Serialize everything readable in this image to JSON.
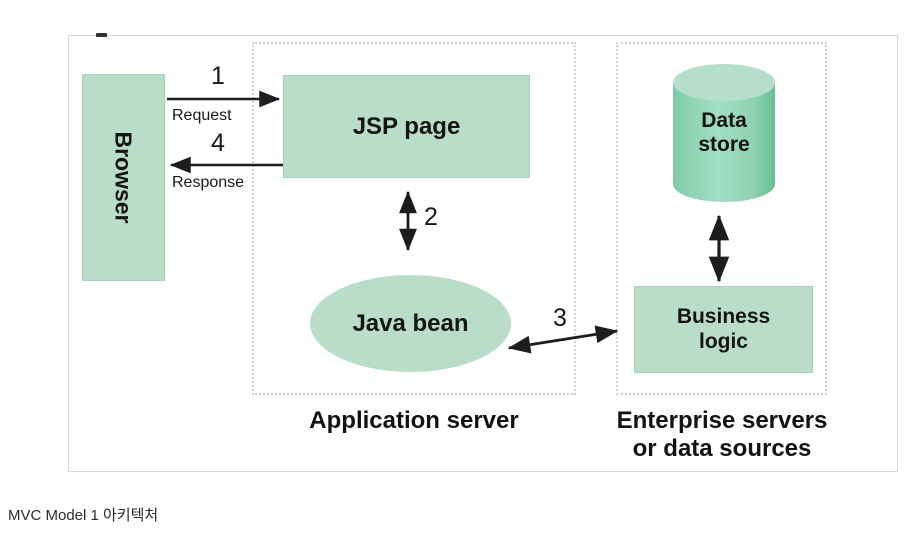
{
  "figure": {
    "caption": "MVC Model 1 아키텍처",
    "accent_fill": "#b9ddc9",
    "cylinder_fill": "#8ed2b2",
    "group_border_color": "#cfcfcf",
    "frame_border_color": "#d8d8d8",
    "text_color": "#151515"
  },
  "nodes": {
    "browser": {
      "label": "Browser"
    },
    "jsp_page": {
      "label": "JSP page"
    },
    "java_bean": {
      "label": "Java bean"
    },
    "business_logic": {
      "label": "Business\nlogic",
      "line1": "Business",
      "line2": "logic"
    },
    "data_store": {
      "label": "Data store",
      "line1": "Data",
      "line2": "store"
    }
  },
  "zones": {
    "application_server": {
      "label": "Application server"
    },
    "enterprise": {
      "label": "Enterprise servers\nor data sources",
      "line1": "Enterprise servers",
      "line2": "or data sources"
    }
  },
  "flows": [
    {
      "number": "1",
      "label": "Request",
      "from": "browser",
      "to": "jsp_page",
      "direction": "right"
    },
    {
      "number": "2",
      "label": "",
      "from": "jsp_page",
      "to": "java_bean",
      "direction": "both"
    },
    {
      "number": "3",
      "label": "",
      "from": "java_bean",
      "to": "business_logic",
      "direction": "both"
    },
    {
      "number": "4",
      "label": "Response",
      "from": "jsp_page",
      "to": "browser",
      "direction": "left"
    }
  ],
  "flow_numbers": {
    "one": "1",
    "two": "2",
    "three": "3",
    "four": "4"
  },
  "flow_words": {
    "request": "Request",
    "response": "Response"
  }
}
